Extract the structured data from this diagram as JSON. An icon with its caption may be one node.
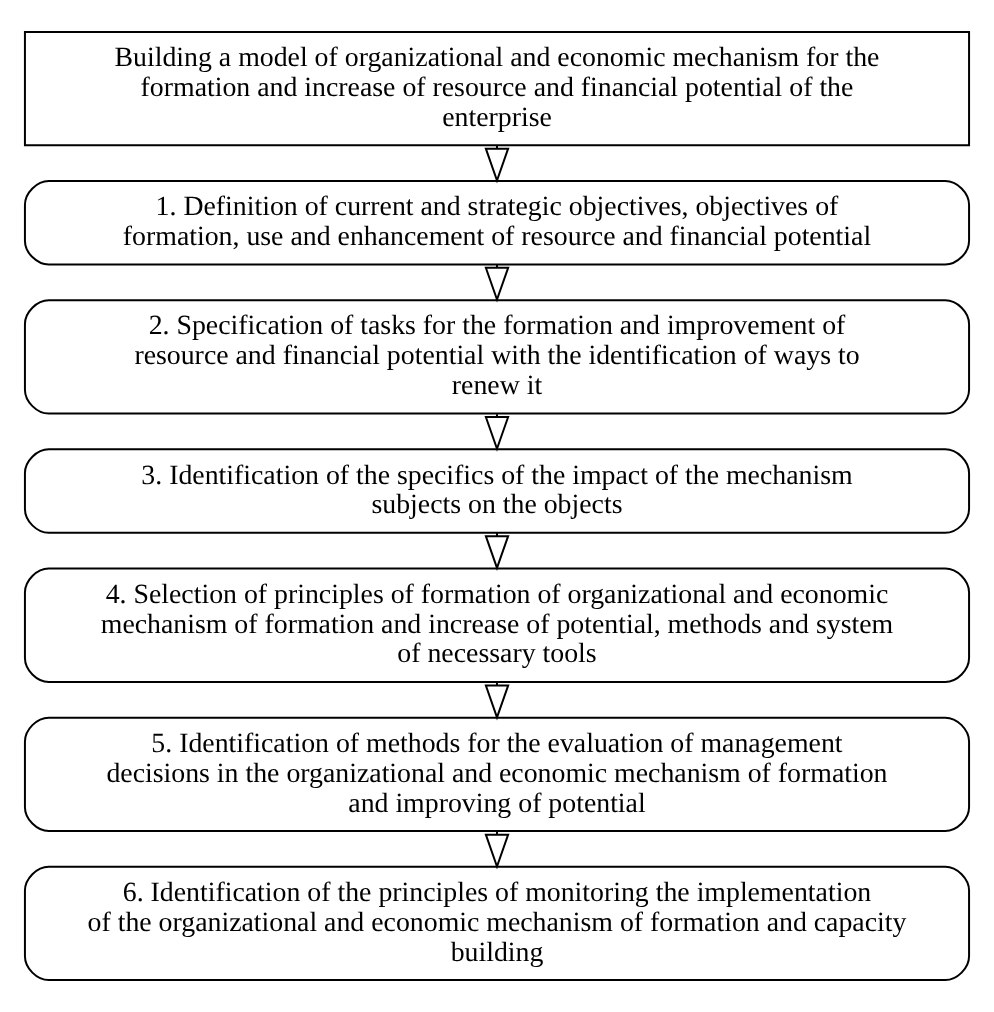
{
  "diagram": {
    "nodes": [
      {
        "text": [
          "Building a model of organizational and economic mechanism for the formation and increase of resource and financial potential of the enterprise"
        ]
      },
      {
        "text": [
          "1. Definition of current and strategic objectives, objectives of formation, use and enhancement of resource and financial potential"
        ]
      },
      {
        "text": [
          "2. Specification of tasks for the formation and improvement of resource and financial potential with the identification of ways to renew it"
        ]
      },
      {
        "text": [
          "3. Identification of the specifics of the impact of the mechanism subjects on the objects"
        ]
      },
      {
        "text": [
          "4. Selection of principles of formation of organizational and economic mechanism of formation and increase of potential, methods and system of necessary tools"
        ]
      },
      {
        "text": [
          "5. Identification of methods for the evaluation of management decisions in the organizational and economic mechanism of formation and improving of potential"
        ]
      },
      {
        "text": [
          "6. Identification of the principles of monitoring the implementation of the organizational and economic mechanism of formation and capacity building"
        ]
      }
    ],
    "edges": [
      {
        "from": 0,
        "to": 1,
        "arrow": "to"
      },
      {
        "from": 1,
        "to": 2,
        "arrow": "to"
      },
      {
        "from": 2,
        "to": 3,
        "arrow": "to"
      },
      {
        "from": 3,
        "to": 4,
        "arrow": "to"
      },
      {
        "from": 4,
        "to": 5,
        "arrow": "to"
      },
      {
        "from": 5,
        "to": 6,
        "arrow": "to"
      }
    ]
  }
}
